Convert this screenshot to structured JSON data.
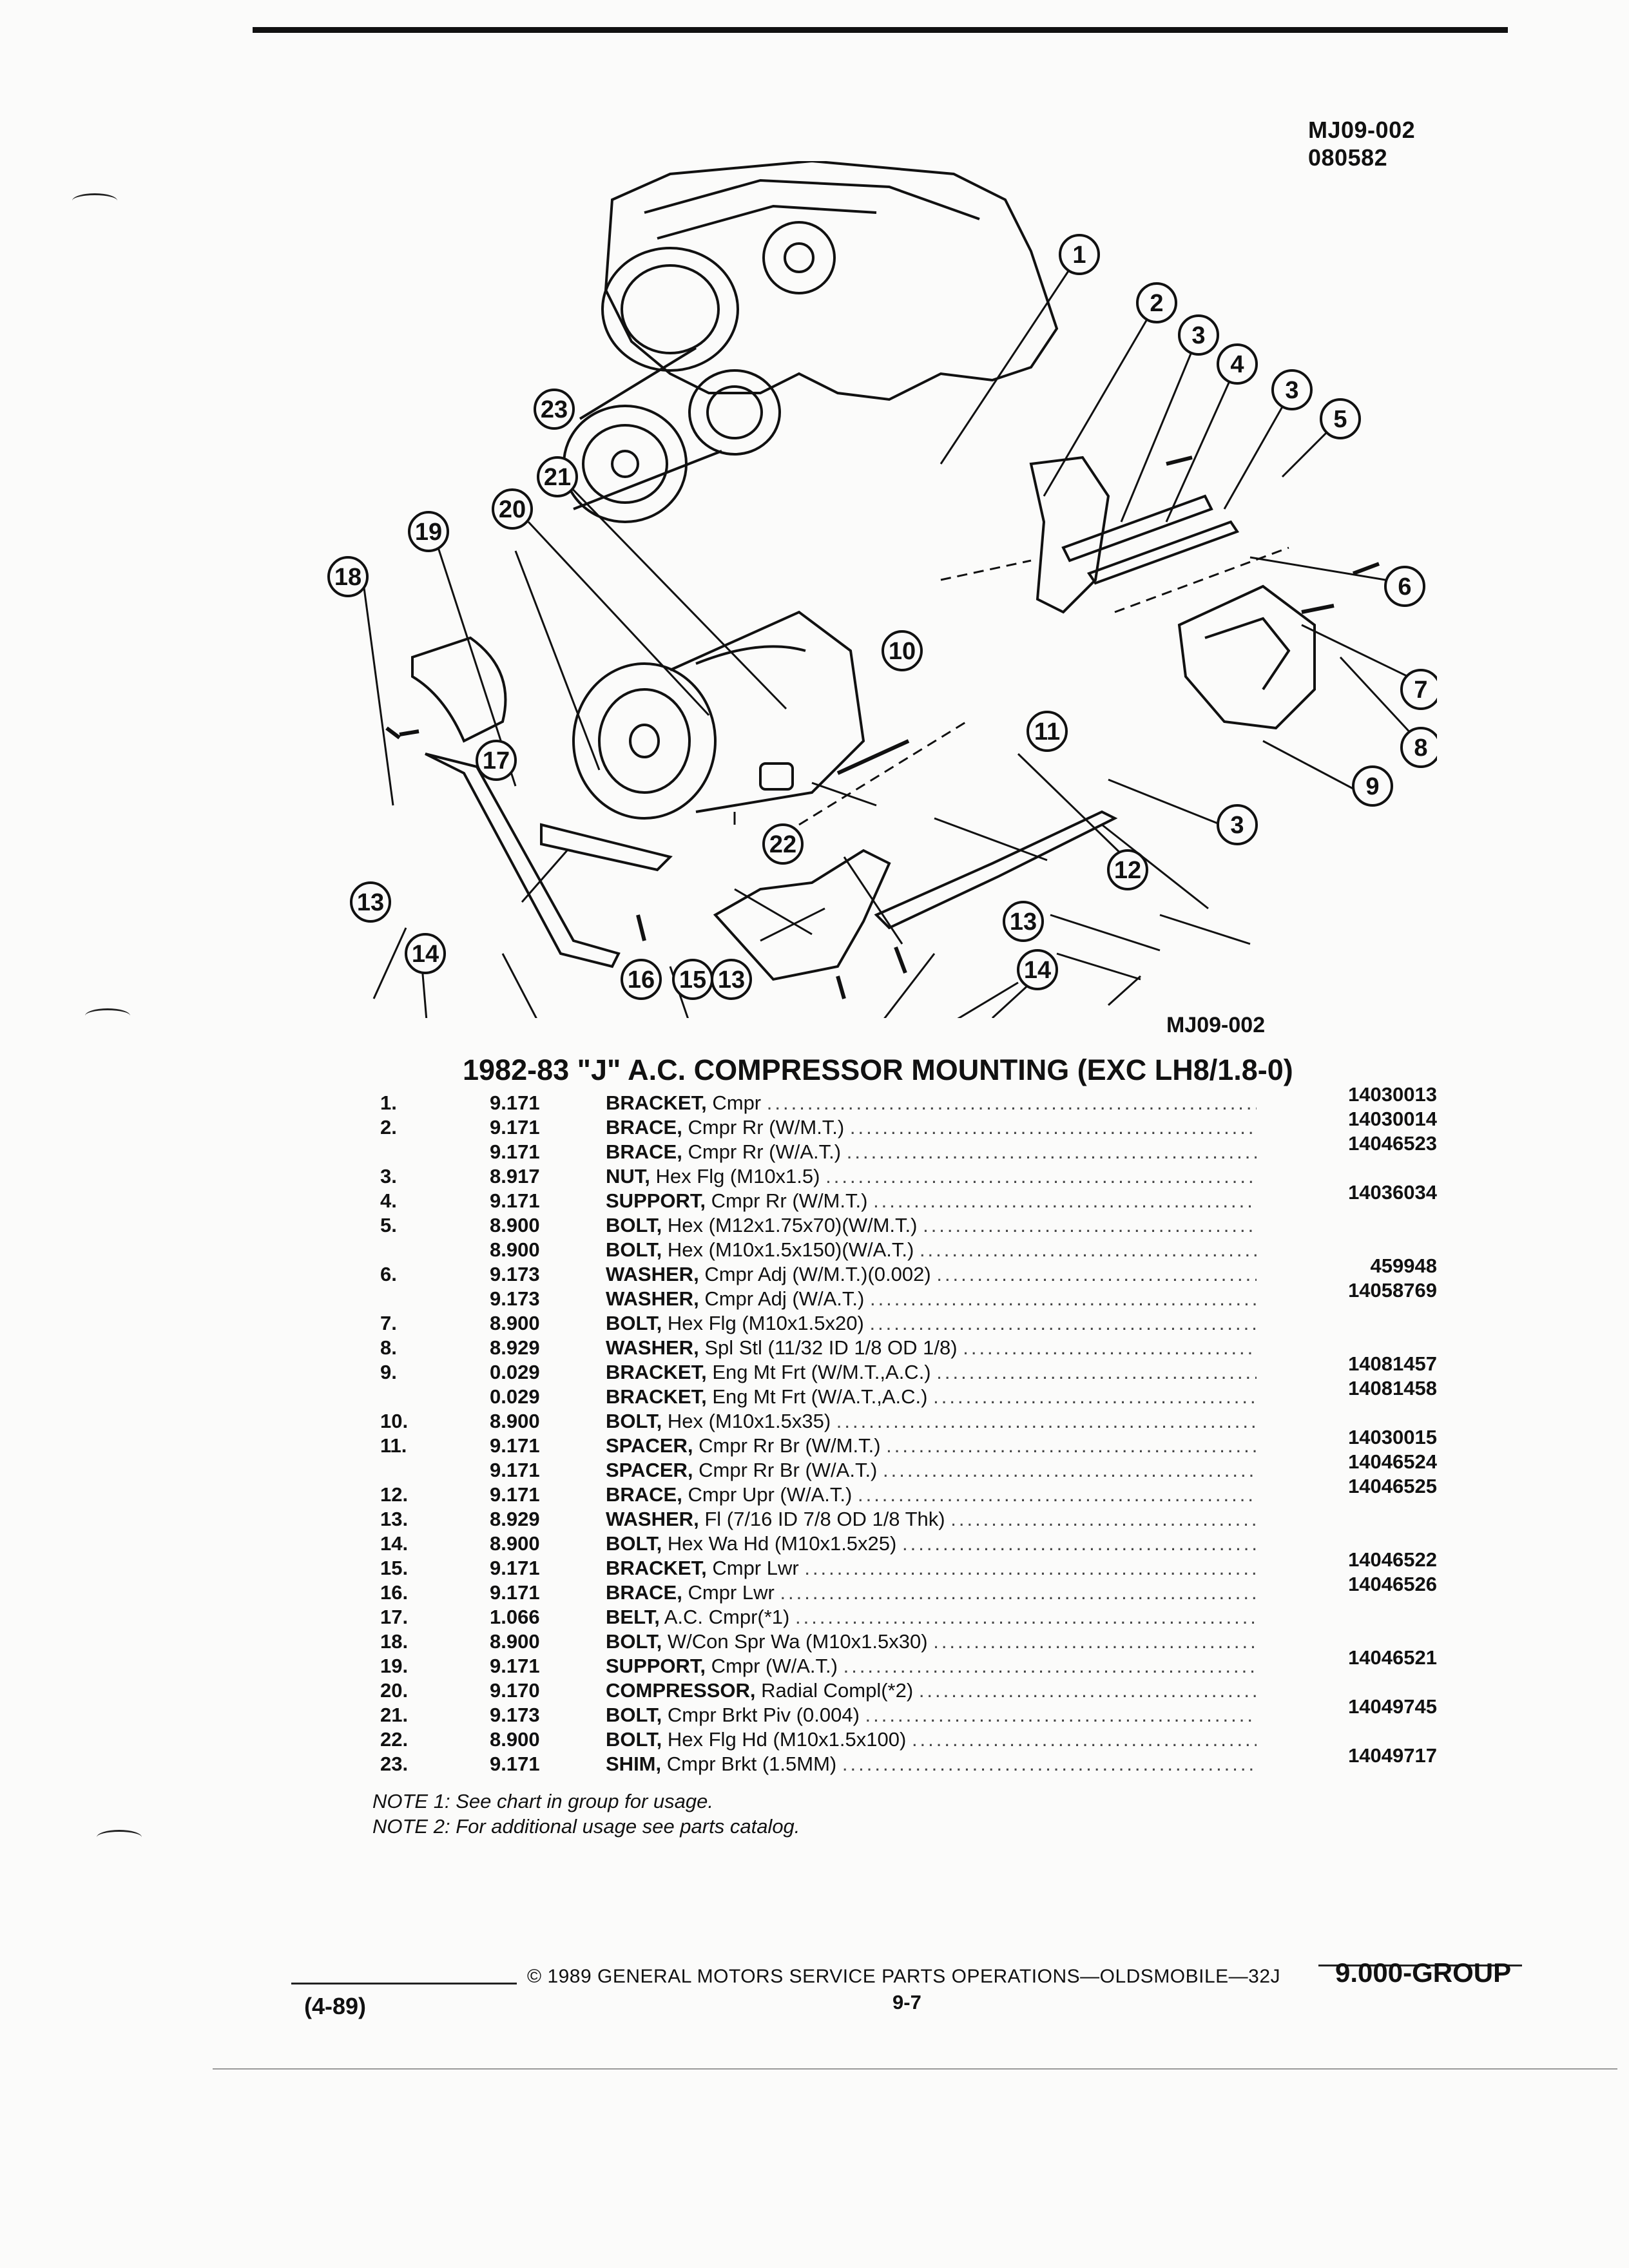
{
  "drawing_id": {
    "code": "MJ09-002",
    "date": "080582"
  },
  "figure": {
    "code": "MJ09-002",
    "callouts": [
      "1",
      "2",
      "3",
      "4",
      "3",
      "5",
      "6",
      "7",
      "8",
      "9",
      "3",
      "10",
      "11",
      "12",
      "13",
      "14",
      "13",
      "14",
      "15",
      "13",
      "16",
      "17",
      "18",
      "19",
      "20",
      "21",
      "22",
      "23"
    ]
  },
  "title": "1982-83 \"J\" A.C. COMPRESSOR MOUNTING (EXC LH8/1.8-0)",
  "parts": [
    {
      "num": "1.",
      "group": "9.171",
      "name": "BRACKET,",
      "desc": "Cmpr",
      "part": "14030013"
    },
    {
      "num": "2.",
      "group": "9.171",
      "name": "BRACE,",
      "desc": "Cmpr Rr (W/M.T.)",
      "part": "14030014"
    },
    {
      "num": "",
      "group": "9.171",
      "name": "BRACE,",
      "desc": "Cmpr Rr (W/A.T.)",
      "part": "14046523"
    },
    {
      "num": "3.",
      "group": "8.917",
      "name": "NUT,",
      "desc": "Hex Flg (M10x1.5)",
      "part": ""
    },
    {
      "num": "4.",
      "group": "9.171",
      "name": "SUPPORT,",
      "desc": "Cmpr Rr (W/M.T.)",
      "part": "14036034"
    },
    {
      "num": "5.",
      "group": "8.900",
      "name": "BOLT,",
      "desc": "Hex (M12x1.75x70)(W/M.T.)",
      "part": ""
    },
    {
      "num": "",
      "group": "8.900",
      "name": "BOLT,",
      "desc": "Hex (M10x1.5x150)(W/A.T.)",
      "part": ""
    },
    {
      "num": "6.",
      "group": "9.173",
      "name": "WASHER,",
      "desc": "Cmpr Adj (W/M.T.)(0.002)",
      "part": "459948"
    },
    {
      "num": "",
      "group": "9.173",
      "name": "WASHER,",
      "desc": "Cmpr Adj (W/A.T.)",
      "part": "14058769"
    },
    {
      "num": "7.",
      "group": "8.900",
      "name": "BOLT,",
      "desc": "Hex Flg (M10x1.5x20)",
      "part": ""
    },
    {
      "num": "8.",
      "group": "8.929",
      "name": "WASHER,",
      "desc": "Spl Stl (11/32 ID 1/8 OD 1/8)",
      "part": ""
    },
    {
      "num": "9.",
      "group": "0.029",
      "name": "BRACKET,",
      "desc": "Eng Mt Frt (W/M.T.,A.C.)",
      "part": "14081457"
    },
    {
      "num": "",
      "group": "0.029",
      "name": "BRACKET,",
      "desc": "Eng Mt Frt (W/A.T.,A.C.)",
      "part": "14081458"
    },
    {
      "num": "10.",
      "group": "8.900",
      "name": "BOLT,",
      "desc": "Hex (M10x1.5x35)",
      "part": ""
    },
    {
      "num": "11.",
      "group": "9.171",
      "name": "SPACER,",
      "desc": "Cmpr Rr Br (W/M.T.)",
      "part": "14030015"
    },
    {
      "num": "",
      "group": "9.171",
      "name": "SPACER,",
      "desc": "Cmpr Rr Br (W/A.T.)",
      "part": "14046524"
    },
    {
      "num": "12.",
      "group": "9.171",
      "name": "BRACE,",
      "desc": "Cmpr Upr (W/A.T.)",
      "part": "14046525"
    },
    {
      "num": "13.",
      "group": "8.929",
      "name": "WASHER,",
      "desc": "Fl (7/16 ID 7/8 OD 1/8 Thk)",
      "part": ""
    },
    {
      "num": "14.",
      "group": "8.900",
      "name": "BOLT,",
      "desc": "Hex Wa Hd (M10x1.5x25)",
      "part": ""
    },
    {
      "num": "15.",
      "group": "9.171",
      "name": "BRACKET,",
      "desc": "Cmpr Lwr",
      "part": "14046522"
    },
    {
      "num": "16.",
      "group": "9.171",
      "name": "BRACE,",
      "desc": "Cmpr Lwr",
      "part": "14046526"
    },
    {
      "num": "17.",
      "group": "1.066",
      "name": "BELT,",
      "desc": "A.C. Cmpr(*1)",
      "part": ""
    },
    {
      "num": "18.",
      "group": "8.900",
      "name": "BOLT,",
      "desc": "W/Con Spr Wa (M10x1.5x30)",
      "part": ""
    },
    {
      "num": "19.",
      "group": "9.171",
      "name": "SUPPORT,",
      "desc": "Cmpr (W/A.T.)",
      "part": "14046521"
    },
    {
      "num": "20.",
      "group": "9.170",
      "name": "COMPRESSOR,",
      "desc": "Radial Compl(*2)",
      "part": ""
    },
    {
      "num": "21.",
      "group": "9.173",
      "name": "BOLT,",
      "desc": "Cmpr Brkt Piv (0.004)",
      "part": "14049745"
    },
    {
      "num": "22.",
      "group": "8.900",
      "name": "BOLT,",
      "desc": "Hex Flg Hd (M10x1.5x100)",
      "part": ""
    },
    {
      "num": "23.",
      "group": "9.171",
      "name": "SHIM,",
      "desc": "Cmpr Brkt (1.5MM)",
      "part": "14049717"
    }
  ],
  "notes": [
    "NOTE 1: See chart in group for usage.",
    "NOTE 2: For additional usage see parts catalog."
  ],
  "footer": {
    "copyright": "© 1989 GENERAL MOTORS SERVICE PARTS OPERATIONS—OLDSMOBILE—32J",
    "page": "9-7",
    "group": "9.000-GROUP",
    "date_code": "(4-89)"
  }
}
